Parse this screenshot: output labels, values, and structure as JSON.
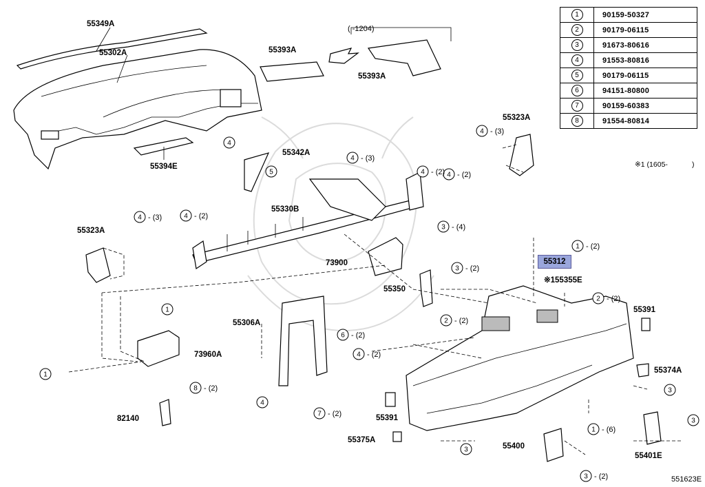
{
  "legend": {
    "rows": [
      {
        "num": "1",
        "part": "90159-50327"
      },
      {
        "num": "2",
        "part": "90179-06115"
      },
      {
        "num": "3",
        "part": "91673-80616"
      },
      {
        "num": "4",
        "part": "91553-80816"
      },
      {
        "num": "5",
        "part": "90179-06115"
      },
      {
        "num": "6",
        "part": "94151-80800"
      },
      {
        "num": "7",
        "part": "90159-60383"
      },
      {
        "num": "8",
        "part": "91554-80814"
      }
    ]
  },
  "footnote": "※1 (1605-",
  "footnote_close": ")",
  "date_range": "(        -1204)",
  "diagram_id": "551623E",
  "highlighted_part": "55312",
  "part_labels": {
    "p55349A": "55349A",
    "p55302A": "55302A",
    "p55393A_top": "55393A",
    "p55393A_right": "55393A",
    "p55394E": "55394E",
    "p55342A": "55342A",
    "p55323A_right": "55323A",
    "p55323A_left": "55323A",
    "p55330B": "55330B",
    "p73900": "73900",
    "p55350": "55350",
    "p155355E": "※155355E",
    "p55306A": "55306A",
    "p73960A": "73960A",
    "p82140": "82140",
    "p55391_mid": "55391",
    "p55391_right": "55391",
    "p55374A": "55374A",
    "p55375A": "55375A",
    "p55400": "55400",
    "p55401E": "55401E"
  },
  "callouts": [
    {
      "num": "4",
      "qty": ""
    },
    {
      "num": "4",
      "qty": "(3)"
    },
    {
      "num": "5",
      "qty": ""
    },
    {
      "num": "4",
      "qty": "(2)"
    },
    {
      "num": "4",
      "qty": "(3)"
    },
    {
      "num": "4",
      "qty": "(3)"
    },
    {
      "num": "4",
      "qty": "(2)"
    },
    {
      "num": "3",
      "qty": "(4)"
    },
    {
      "num": "1",
      "qty": "(2)"
    },
    {
      "num": "3",
      "qty": "(2)"
    },
    {
      "num": "2",
      "qty": "(2)"
    },
    {
      "num": "2",
      "qty": "(2)"
    },
    {
      "num": "1",
      "qty": ""
    },
    {
      "num": "6",
      "qty": "(2)"
    },
    {
      "num": "4",
      "qty": "(2)"
    },
    {
      "num": "1",
      "qty": ""
    },
    {
      "num": "8",
      "qty": "(2)"
    },
    {
      "num": "4",
      "qty": ""
    },
    {
      "num": "7",
      "qty": "(2)"
    },
    {
      "num": "3",
      "qty": ""
    },
    {
      "num": "1",
      "qty": "(6)"
    },
    {
      "num": "3",
      "qty": ""
    },
    {
      "num": "3",
      "qty": ""
    },
    {
      "num": "3",
      "qty": "(2)"
    },
    {
      "num": "4",
      "qty": "(2)"
    }
  ]
}
